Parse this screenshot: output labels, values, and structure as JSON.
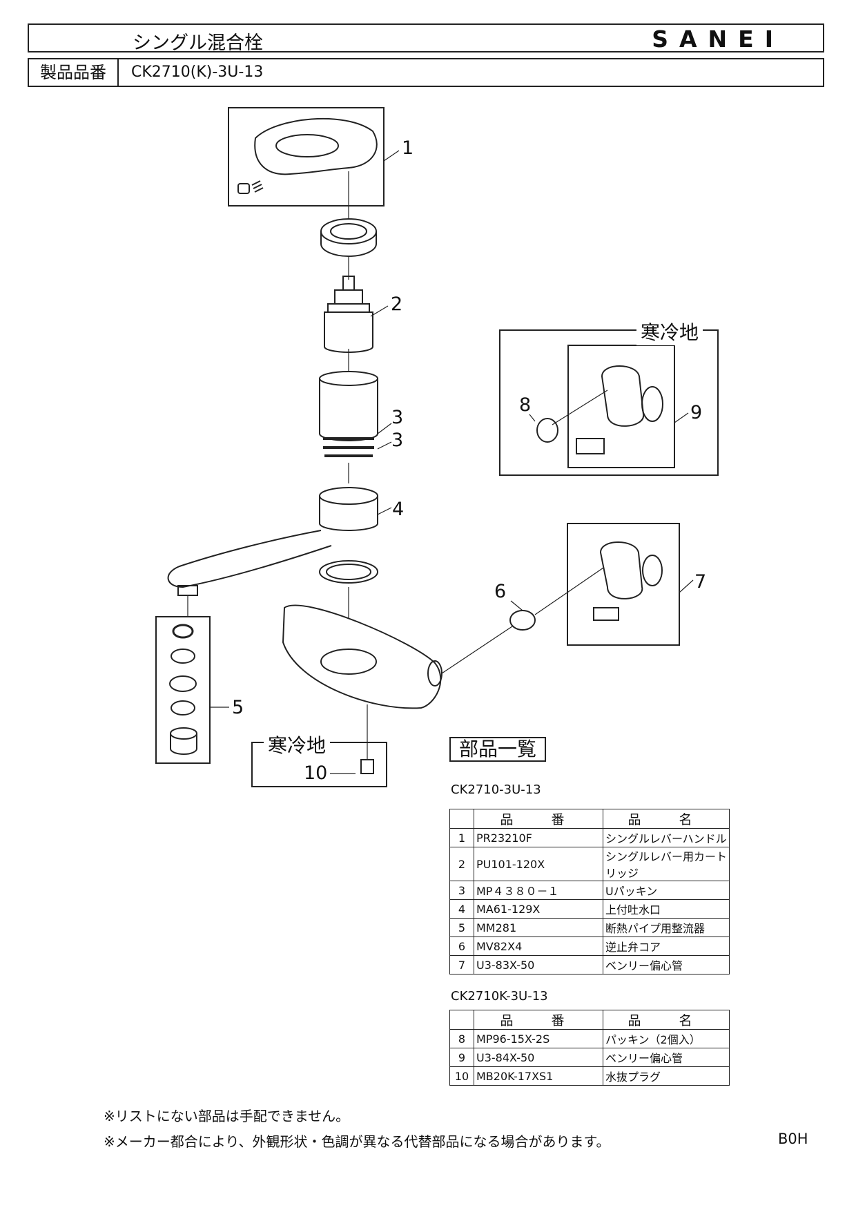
{
  "header": {
    "title": "シングル混合栓",
    "brand": "SANEI",
    "model_label": "製品品番",
    "model_value": "CK2710(K)-3U-13"
  },
  "diagram": {
    "callouts": [
      "1",
      "2",
      "3",
      "3",
      "4",
      "5",
      "6",
      "7",
      "8",
      "9",
      "10"
    ],
    "cold_region_label": "寒冷地"
  },
  "parts_list": {
    "heading": "部品一覧",
    "col_part_no": "品　番",
    "col_name": "品　名",
    "table1": {
      "model": "CK2710-3U-13",
      "rows": [
        {
          "no": "1",
          "part": "PR23210F",
          "name": "シングルレバーハンドル"
        },
        {
          "no": "2",
          "part": "PU101-120X",
          "name": "シングルレバー用カートリッジ"
        },
        {
          "no": "3",
          "part": "MP４３８０－１",
          "name": "Uパッキン"
        },
        {
          "no": "4",
          "part": "MA61-129X",
          "name": "上付吐水口"
        },
        {
          "no": "5",
          "part": "MM281",
          "name": "断熱パイプ用整流器"
        },
        {
          "no": "6",
          "part": "MV82X4",
          "name": "逆止弁コア"
        },
        {
          "no": "7",
          "part": "U3-83X-50",
          "name": "ベンリー偏心管"
        }
      ]
    },
    "table2": {
      "model": "CK2710K-3U-13",
      "rows": [
        {
          "no": "8",
          "part": "MP96-15X-2S",
          "name": "パッキン（2個入）"
        },
        {
          "no": "9",
          "part": "U3-84X-50",
          "name": "ベンリー偏心管"
        },
        {
          "no": "10",
          "part": "MB20K-17XS1",
          "name": "水抜プラグ"
        }
      ]
    }
  },
  "notes": [
    "※リストにない部品は手配できません。",
    "※メーカー都合により、外観形状・色調が異なる代替部品になる場合があります。"
  ],
  "page_code": "B0H"
}
